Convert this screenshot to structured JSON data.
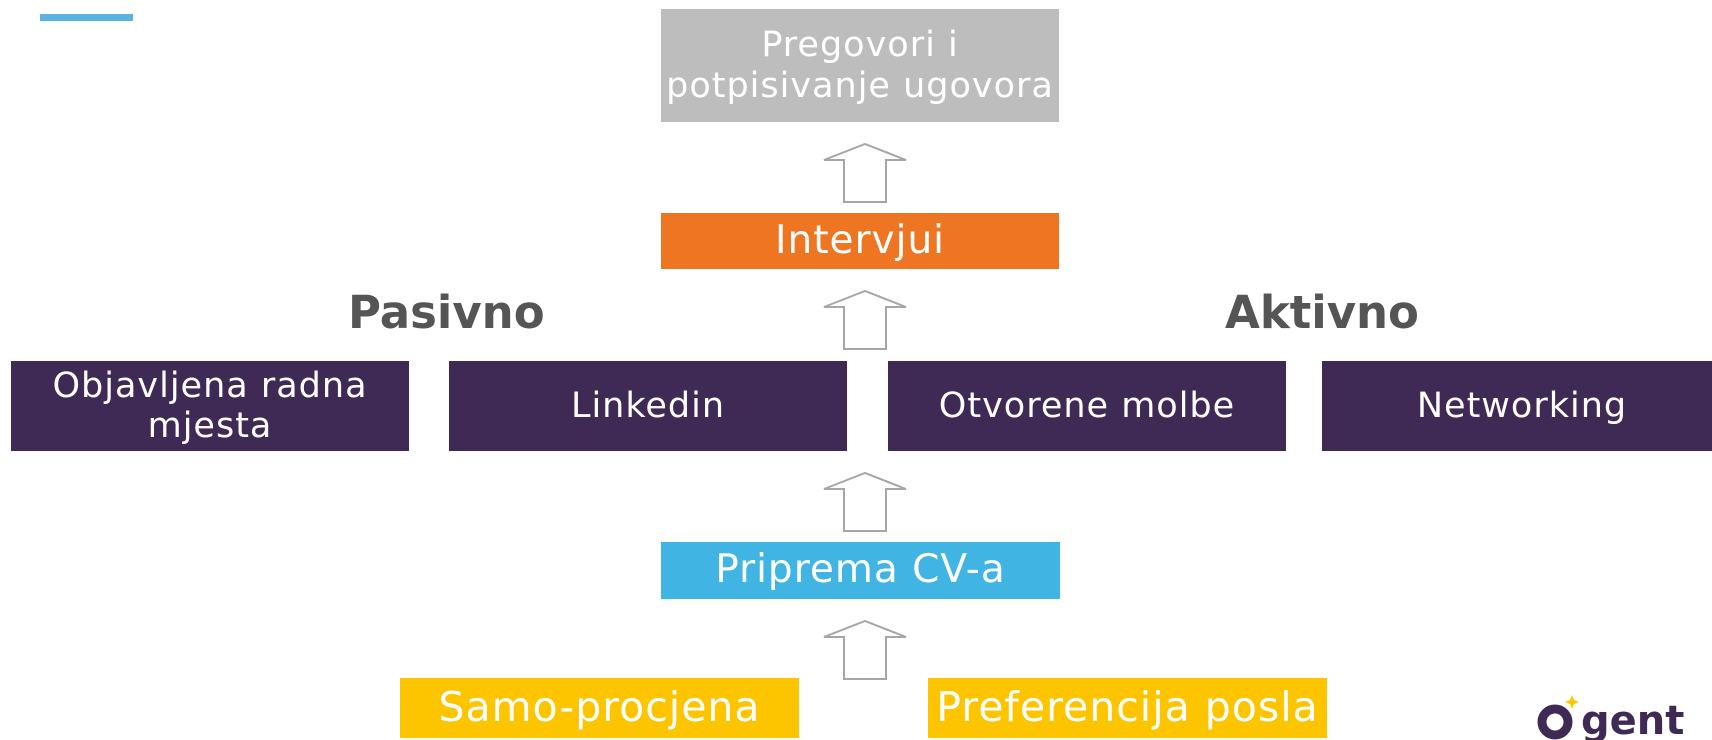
{
  "steps": {
    "negotiation": "Pregovori i potpisivanje ugovora",
    "interviews": "Intervjui",
    "cv": "Priprema CV-a",
    "self_assessment": "Samo-procjena",
    "job_preference": "Preferencija posla"
  },
  "channels": {
    "passive_heading": "Pasivno",
    "active_heading": "Aktivno",
    "items": [
      "Objavljena radna mjesta",
      "Linkedin",
      "Otvorene molbe",
      "Networking"
    ]
  },
  "logo_text": "gent",
  "colors": {
    "accent_line": "#5bb4e0",
    "grey": "#bdbdbd",
    "orange": "#ee7623",
    "purple": "#3e2a55",
    "blue": "#40b4e3",
    "yellow": "#fdc400",
    "heading": "#555555"
  }
}
